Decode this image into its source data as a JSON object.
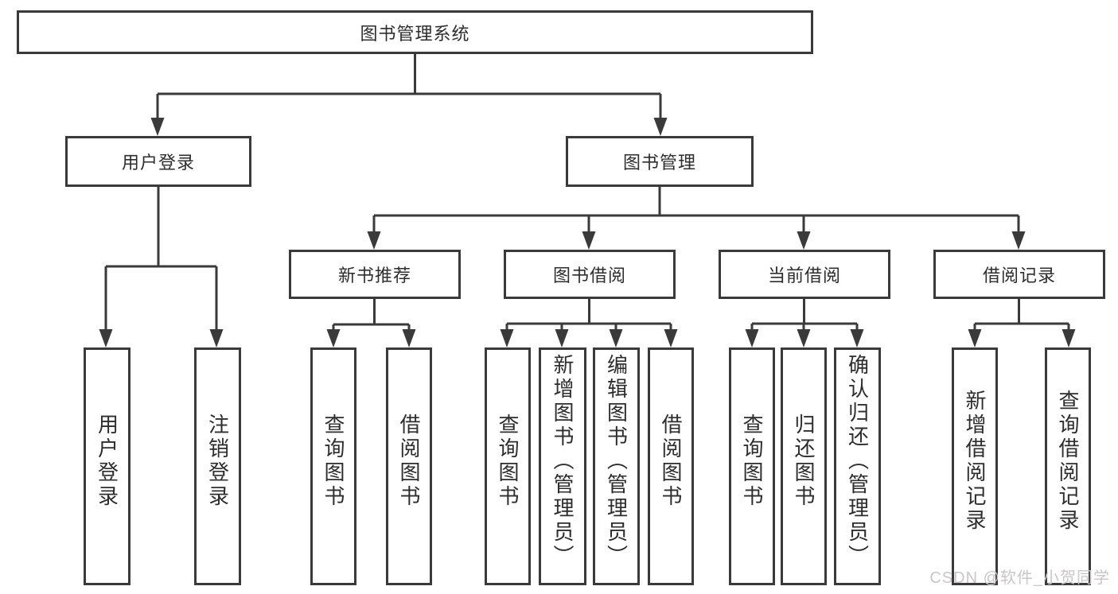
{
  "tree": {
    "root": {
      "label": "图书管理系统"
    },
    "branches": [
      {
        "label": "用户登录",
        "children": [
          {
            "label": "用户登录"
          },
          {
            "label": "注销登录"
          }
        ]
      },
      {
        "label": "图书管理",
        "children": [
          {
            "label": "新书推荐",
            "children": [
              {
                "label": "查询图书"
              },
              {
                "label": "借阅图书"
              }
            ]
          },
          {
            "label": "图书借阅",
            "children": [
              {
                "label": "查询图书"
              },
              {
                "label": "新增图书（管理员）"
              },
              {
                "label": "编辑图书（管理员）"
              },
              {
                "label": "借阅图书"
              }
            ]
          },
          {
            "label": "当前借阅",
            "children": [
              {
                "label": "查询图书"
              },
              {
                "label": "归还图书"
              },
              {
                "label": "确认归还（管理员）"
              }
            ]
          },
          {
            "label": "借阅记录",
            "children": [
              {
                "label": "新增借阅记录"
              },
              {
                "label": "查询借阅记录"
              }
            ]
          }
        ]
      }
    ]
  },
  "watermark": {
    "text": "CSDN @软件_小贺同学"
  },
  "colors": {
    "line": "#3a3a3a",
    "text": "#2d2d2d",
    "watermark": "#c9c6c6",
    "background": "#ffffff"
  }
}
